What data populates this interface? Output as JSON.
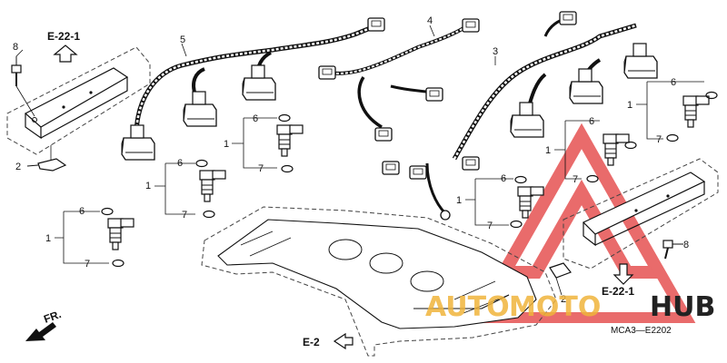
{
  "refs": {
    "e22_top": "E-22-1",
    "e22_bottom": "E-22-1",
    "e2": "E-2",
    "front": "FR."
  },
  "callouts": {
    "c8_top": "8",
    "c2_left": "2",
    "c5": "5",
    "c4": "4",
    "c3": "3",
    "c6_a": "6",
    "c1_a": "1",
    "c7_a": "7",
    "c6_b": "6",
    "c1_b": "1",
    "c7_b": "7",
    "c6_c": "6",
    "c1_c": "1",
    "c7_c": "7",
    "c6_d": "6",
    "c1_d": "1",
    "c7_d": "7",
    "c6_e": "6",
    "c1_e": "1",
    "c7_e": "7",
    "c6_f": "6",
    "c1_f": "1",
    "c7_f": "7",
    "c8_right": "8",
    "c2_right": "2"
  },
  "diagram_code": "MCA3—E2202",
  "watermark": {
    "text_part1": "AUTO",
    "text_part2": "MOTO",
    "text_part3": "HUB",
    "color_red": "#e23a3a",
    "color_gold": "#f0b43c"
  }
}
